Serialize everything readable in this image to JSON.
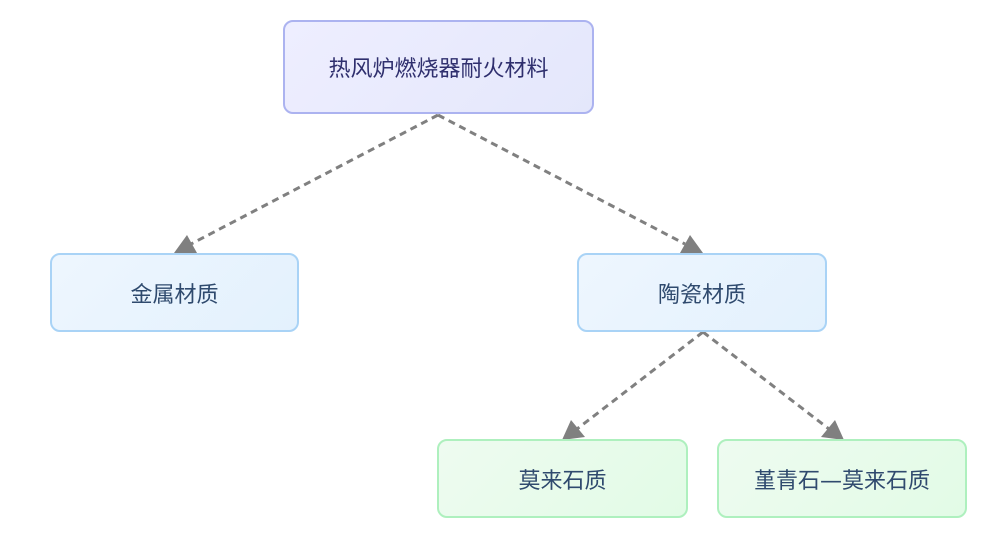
{
  "diagram": {
    "nodes": {
      "root": {
        "label": "热风炉燃烧器耐火材料"
      },
      "metal": {
        "label": "金属材质"
      },
      "ceramic": {
        "label": "陶瓷材质"
      },
      "mullite": {
        "label": "莫来石质"
      },
      "cordierite_mullite": {
        "label": "堇青石—莫来石质"
      }
    },
    "edges": [
      {
        "from": "root",
        "to": "metal",
        "style": "dashed"
      },
      {
        "from": "root",
        "to": "ceramic",
        "style": "dashed"
      },
      {
        "from": "ceramic",
        "to": "mullite",
        "style": "dashed"
      },
      {
        "from": "ceramic",
        "to": "cordierite_mullite",
        "style": "dashed"
      }
    ],
    "colors": {
      "edge": "#808080",
      "root_fill": "#e8eafc",
      "root_border": "#acb3f0",
      "level1_fill": "#e8f4fe",
      "level1_border": "#a9d3f6",
      "level2_fill": "#e6fbe9",
      "level2_border": "#aef0be"
    }
  }
}
